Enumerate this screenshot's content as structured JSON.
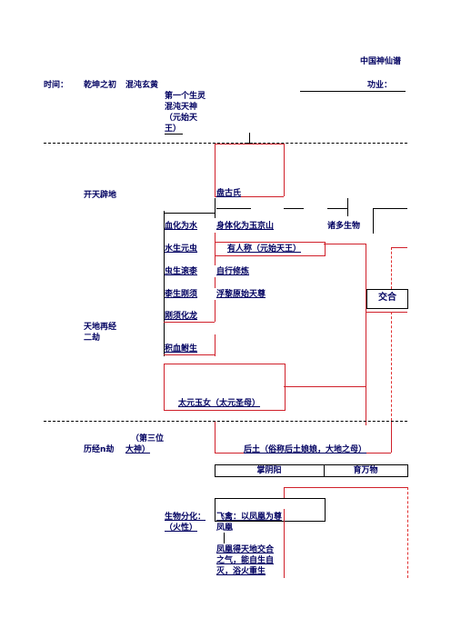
{
  "header": {
    "title": "中国神仙谱",
    "time_label": "时间：",
    "merit_label": "功业："
  },
  "eras": {
    "era1": "乾坤之初",
    "era2": "开天辟地",
    "era3_a": "天地再经",
    "era3_b": "二劫",
    "era4": "历经n劫"
  },
  "row1": {
    "hunyuan": "混沌玄黄",
    "first_life_1": "第一个生灵",
    "first_life_2": "混沌天神",
    "first_life_3": "（元始天",
    "first_life_4": "王）"
  },
  "pangu": {
    "name": "盘古氏",
    "blood": "血化为水",
    "body": "身体化为玉京山",
    "beings": "诸多生物",
    "water_bug": "水生元虫",
    "named": "有人称（元始天王）",
    "bug_slime": "虫生滚桼",
    "self_cult": "自行修炼",
    "slime_beard": "桼生刚须",
    "floating": "浮黎原始天尊",
    "beard_dragon": "刚须化龙",
    "blood_fish": "积血鲋生",
    "jade_girl": "太元玉女（太元圣母）",
    "jiaohe": "交合"
  },
  "third": {
    "gen_a": "（第三位",
    "gen_b": "大神）",
    "houtu": "后土（俗称后土娘娘，大地之母）",
    "yinyang": "掌阴阳",
    "nurture": "育万物"
  },
  "bio": {
    "label_a": "生物分化：",
    "label_b": "（火性）",
    "birds": "飞禽：以凤凰为尊",
    "phoenix": "凤凰",
    "desc_1": "凤凰得天地交合",
    "desc_2": "之气，能自生自",
    "desc_3": "灭，浴火重生"
  }
}
